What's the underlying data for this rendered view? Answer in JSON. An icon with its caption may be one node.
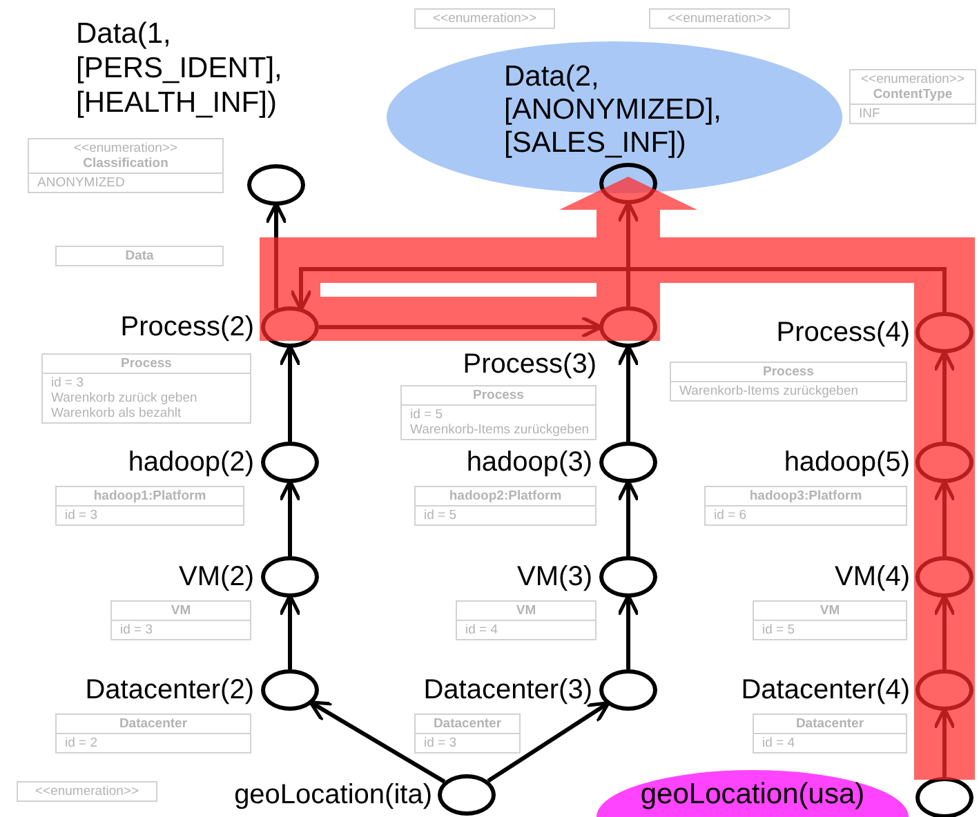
{
  "diagram": {
    "nodes": [
      {
        "text": [],
        "shape": "circle",
        "beside": [
          "Data(1, [PERS_IDENT], [HEALTH_INF])"
        ]
      },
      {
        "text": [
          "Data(2, [ANONYMIZED], [SALES_INF])"
        ]
      },
      {
        "text": [],
        "shape": "circle"
      },
      {
        "text": [],
        "shape": "circle",
        "beside": [
          "Process(2)"
        ]
      },
      {
        "text": [],
        "shape": "circle",
        "beside": [
          "Process(3)"
        ]
      },
      {
        "text": [],
        "shape": "circle",
        "beside": [
          "Process(4)"
        ]
      },
      {
        "text": [],
        "shape": "circle",
        "beside": [
          "hadoop(2)"
        ]
      },
      {
        "text": [],
        "shape": "circle",
        "beside": [
          "hadoop(3)"
        ]
      },
      {
        "text": [],
        "shape": "circle",
        "beside": [
          "hadoop(5)"
        ]
      },
      {
        "text": [],
        "shape": "circle",
        "beside": [
          "VM(2)"
        ]
      },
      {
        "text": [],
        "shape": "circle",
        "beside": [
          "VM(3)"
        ]
      },
      {
        "text": [],
        "shape": "circle",
        "beside": [
          "VM(4)"
        ]
      },
      {
        "text": [],
        "shape": "circle",
        "beside": [
          "Datacenter(2)"
        ]
      },
      {
        "text": [],
        "shape": "circle",
        "beside": [
          "Datacenter(3)"
        ]
      },
      {
        "text": [],
        "shape": "circle",
        "beside": [
          "Datacenter(4)"
        ]
      },
      {
        "text": [],
        "shape": "circle",
        "beside": [
          "geoLocation(ita)"
        ]
      },
      {
        "text": [
          "geoLocation(usa)"
        ]
      },
      {
        "text": [],
        "shape": "circle"
      }
    ],
    "edges": [
      {
        "from": 15,
        "to": 12,
        "arrow": "to"
      },
      {
        "from": 15,
        "to": 13,
        "arrow": "to"
      },
      {
        "from": 12,
        "to": 9,
        "arrow": "to"
      },
      {
        "from": 9,
        "to": 6,
        "arrow": "to"
      },
      {
        "from": 6,
        "to": 3,
        "arrow": "to"
      },
      {
        "from": 3,
        "to": 0,
        "arrow": "to"
      },
      {
        "from": 13,
        "to": 10,
        "arrow": "to"
      },
      {
        "from": 10,
        "to": 7,
        "arrow": "to"
      },
      {
        "from": 7,
        "to": 4,
        "arrow": "to"
      },
      {
        "from": 4,
        "to": 2,
        "arrow": "to"
      },
      {
        "from": 3,
        "to": 4,
        "arrow": "to"
      },
      {
        "from": 5,
        "to": 3,
        "arrow": "to"
      },
      {
        "from": 17,
        "to": 14,
        "arrow": "to"
      },
      {
        "from": 14,
        "to": 11,
        "arrow": "to"
      },
      {
        "from": 11,
        "to": 8,
        "arrow": "to"
      },
      {
        "from": 8,
        "to": 5,
        "arrow": "to"
      }
    ],
    "labels": [
      "<<enumeration>>",
      "<<enumeration>>",
      "<<enumeration>>",
      "Classification",
      "ANONYMIZED",
      "<<enumeration>>",
      "ContentType",
      "INF",
      "Data",
      "Process",
      "id = 3",
      "Warenkorb zurück geben",
      "Warenkorb als bezahlt",
      "Process",
      "id = 5",
      "Warenkorb-Items zurückgeben",
      "Process",
      "Warenkorb-Items zurückgeben",
      "hadoop1:Platform",
      "id = 3",
      "hadoop2:Platform",
      "id = 5",
      "hadoop3:Platform",
      "id = 6",
      "VM",
      "id = 3",
      "VM",
      "id = 4",
      "VM",
      "id = 5",
      "Datacenter",
      "id = 2",
      "Datacenter",
      "id = 3",
      "Datacenter",
      "id = 4",
      "<<enumeration>>"
    ]
  }
}
